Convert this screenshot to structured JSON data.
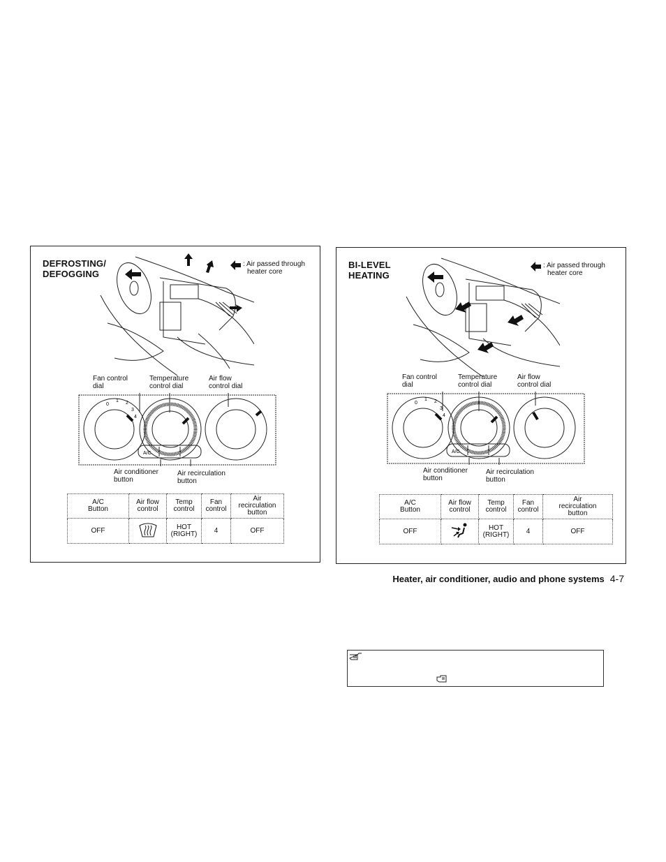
{
  "panels": [
    {
      "title_line1": "DEFROSTING/",
      "title_line2": "DEFOGGING",
      "legend_line1": ": Air passed through",
      "legend_line2": "heater core",
      "callouts": {
        "fan_line1": "Fan control",
        "fan_line2": "dial",
        "temp_line1": "Temperature",
        "temp_line2": "control dial",
        "airflow_line1": "Air flow",
        "airflow_line2": "control dial",
        "ac_line1": "Air conditioner",
        "ac_line2": "button",
        "recirc_line1": "Air recirculation",
        "recirc_line2": "button"
      },
      "dial_labels": [
        "0",
        "1",
        "2",
        "3",
        "4"
      ],
      "button_labels": {
        "ac": "A/C"
      },
      "table": {
        "headers": [
          [
            "A/C",
            "Button"
          ],
          [
            "Air flow",
            "control"
          ],
          [
            "Temp",
            "control"
          ],
          [
            "Fan",
            "control"
          ],
          [
            "Air",
            "recirculation",
            "button"
          ]
        ],
        "row": [
          "OFF",
          "",
          "HOT (RIGHT)",
          "4",
          "OFF"
        ],
        "airflow_icon": "defrost-icon"
      }
    },
    {
      "title_line1": "BI-LEVEL",
      "title_line2": "HEATING",
      "legend_line1": ": Air passed through",
      "legend_line2": "heater core",
      "callouts": {
        "fan_line1": "Fan control",
        "fan_line2": "dial",
        "temp_line1": "Temperature",
        "temp_line2": "control dial",
        "airflow_line1": "Air flow",
        "airflow_line2": "control dial",
        "ac_line1": "Air conditioner",
        "ac_line2": "button",
        "recirc_line1": "Air recirculation",
        "recirc_line2": "button"
      },
      "dial_labels": [
        "0",
        "1",
        "2",
        "3",
        "4"
      ],
      "button_labels": {
        "ac": "A/C"
      },
      "table": {
        "headers": [
          [
            "A/C",
            "Button"
          ],
          [
            "Air flow",
            "control"
          ],
          [
            "Temp",
            "control"
          ],
          [
            "Fan",
            "control"
          ],
          [
            "Air",
            "recirculation",
            "button"
          ]
        ],
        "row": [
          "OFF",
          "",
          "HOT (RIGHT)",
          "4",
          "OFF"
        ],
        "airflow_icon": "bi-level-icon"
      }
    }
  ],
  "footer": {
    "section_title": "Heater, air conditioner, audio and phone systems",
    "page_number": "4-7"
  },
  "note_box": {
    "icons": [
      "pointing-hand-icon",
      "pointing-hand-icon"
    ]
  },
  "colors": {
    "ink": "#111111",
    "border": "#222222"
  }
}
